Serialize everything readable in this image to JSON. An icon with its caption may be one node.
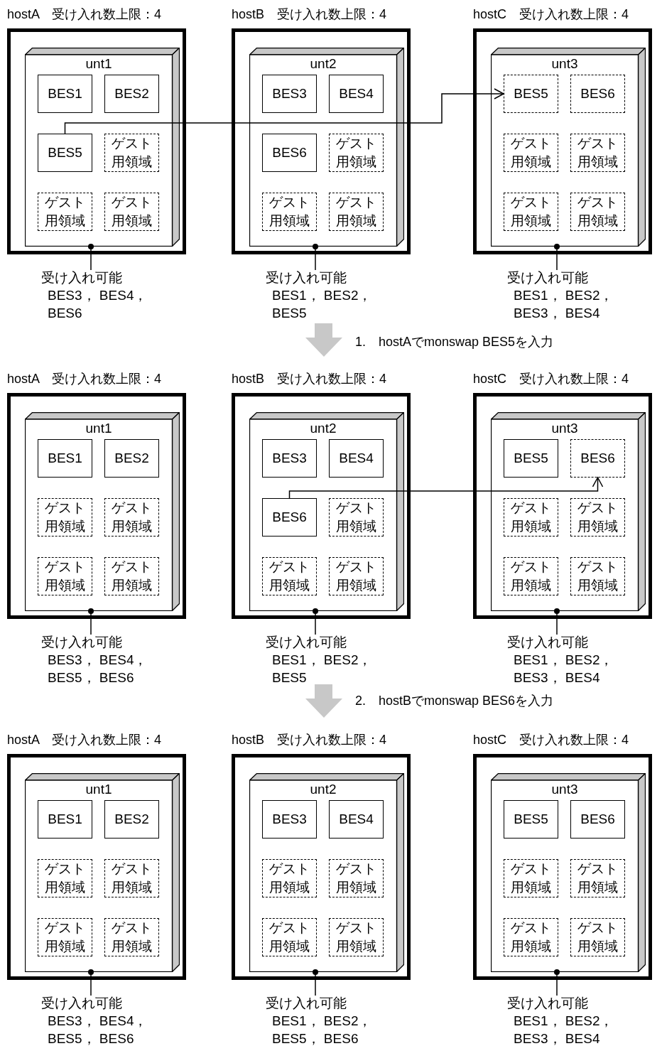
{
  "diagram": {
    "nodes": [
      {
        "text": [
          "hostA　受け入れ数上限：4"
        ]
      },
      {
        "text": [
          "unt1"
        ],
        "in": 0
      },
      {
        "text": [
          "BES1"
        ],
        "in": 1
      },
      {
        "text": [
          "BES2"
        ],
        "in": 1
      },
      {
        "text": [
          "BES5"
        ],
        "in": 1
      },
      {
        "text": [
          "ゲスト用領域"
        ],
        "in": 1
      },
      {
        "text": [
          "ゲスト用領域"
        ],
        "in": 1
      },
      {
        "text": [
          "ゲスト用領域"
        ],
        "in": 1
      },
      {
        "text": [
          "受け入れ可能",
          "BES3， BES4， BES6"
        ]
      },
      {
        "text": [
          "hostB　受け入れ数上限：4"
        ]
      },
      {
        "text": [
          "unt2"
        ],
        "in": 9
      },
      {
        "text": [
          "BES3"
        ],
        "in": 10
      },
      {
        "text": [
          "BES4"
        ],
        "in": 10
      },
      {
        "text": [
          "BES6"
        ],
        "in": 10
      },
      {
        "text": [
          "ゲスト用領域"
        ],
        "in": 10
      },
      {
        "text": [
          "ゲスト用領域"
        ],
        "in": 10
      },
      {
        "text": [
          "ゲスト用領域"
        ],
        "in": 10
      },
      {
        "text": [
          "受け入れ可能",
          "BES1， BES2， BES5"
        ]
      },
      {
        "text": [
          "hostC　受け入れ数上限：4"
        ]
      },
      {
        "text": [
          "unt3"
        ],
        "in": 18
      },
      {
        "text": [
          "BES5"
        ],
        "in": 19
      },
      {
        "text": [
          "BES6"
        ],
        "in": 19
      },
      {
        "text": [
          "ゲスト用領域"
        ],
        "in": 19
      },
      {
        "text": [
          "ゲスト用領域"
        ],
        "in": 19
      },
      {
        "text": [
          "ゲスト用領域"
        ],
        "in": 19
      },
      {
        "text": [
          "ゲスト用領域"
        ],
        "in": 19
      },
      {
        "text": [
          "受け入れ可能",
          "BES1， BES2， BES3， BES4"
        ]
      },
      {
        "text": [
          "hostA　受け入れ数上限：4"
        ]
      },
      {
        "text": [
          "unt1"
        ],
        "in": 27
      },
      {
        "text": [
          "BES1"
        ],
        "in": 28
      },
      {
        "text": [
          "BES2"
        ],
        "in": 28
      },
      {
        "text": [
          "ゲスト用領域"
        ],
        "in": 28
      },
      {
        "text": [
          "ゲスト用領域"
        ],
        "in": 28
      },
      {
        "text": [
          "ゲスト用領域"
        ],
        "in": 28
      },
      {
        "text": [
          "ゲスト用領域"
        ],
        "in": 28
      },
      {
        "text": [
          "受け入れ可能",
          "BES3， BES4， BES5， BES6"
        ]
      },
      {
        "text": [
          "hostB　受け入れ数上限：4"
        ]
      },
      {
        "text": [
          "unt2"
        ],
        "in": 36
      },
      {
        "text": [
          "BES3"
        ],
        "in": 37
      },
      {
        "text": [
          "BES4"
        ],
        "in": 37
      },
      {
        "text": [
          "BES6"
        ],
        "in": 37
      },
      {
        "text": [
          "ゲスト用領域"
        ],
        "in": 37
      },
      {
        "text": [
          "ゲスト用領域"
        ],
        "in": 37
      },
      {
        "text": [
          "ゲスト用領域"
        ],
        "in": 37
      },
      {
        "text": [
          "受け入れ可能",
          "BES1， BES2， BES5"
        ]
      },
      {
        "text": [
          "hostC　受け入れ数上限：4"
        ]
      },
      {
        "text": [
          "unt3"
        ],
        "in": 45
      },
      {
        "text": [
          "BES5"
        ],
        "in": 46
      },
      {
        "text": [
          "BES6"
        ],
        "in": 46
      },
      {
        "text": [
          "ゲスト用領域"
        ],
        "in": 46
      },
      {
        "text": [
          "ゲスト用領域"
        ],
        "in": 46
      },
      {
        "text": [
          "ゲスト用領域"
        ],
        "in": 46
      },
      {
        "text": [
          "ゲスト用領域"
        ],
        "in": 46
      },
      {
        "text": [
          "受け入れ可能",
          "BES1， BES2， BES3， BES4"
        ]
      },
      {
        "text": [
          "hostA　受け入れ数上限：4"
        ]
      },
      {
        "text": [
          "unt1"
        ],
        "in": 54
      },
      {
        "text": [
          "BES1"
        ],
        "in": 55
      },
      {
        "text": [
          "BES2"
        ],
        "in": 55
      },
      {
        "text": [
          "ゲスト用領域"
        ],
        "in": 55
      },
      {
        "text": [
          "ゲスト用領域"
        ],
        "in": 55
      },
      {
        "text": [
          "ゲスト用領域"
        ],
        "in": 55
      },
      {
        "text": [
          "ゲスト用領域"
        ],
        "in": 55
      },
      {
        "text": [
          "受け入れ可能",
          "BES3， BES4， BES5， BES6"
        ]
      },
      {
        "text": [
          "hostB　受け入れ数上限：4"
        ]
      },
      {
        "text": [
          "unt2"
        ],
        "in": 63
      },
      {
        "text": [
          "BES3"
        ],
        "in": 64
      },
      {
        "text": [
          "BES4"
        ],
        "in": 64
      },
      {
        "text": [
          "ゲスト用領域"
        ],
        "in": 64
      },
      {
        "text": [
          "ゲスト用領域"
        ],
        "in": 64
      },
      {
        "text": [
          "ゲスト用領域"
        ],
        "in": 64
      },
      {
        "text": [
          "ゲスト用領域"
        ],
        "in": 64
      },
      {
        "text": [
          "受け入れ可能",
          "BES1， BES2， BES5， BES6"
        ]
      },
      {
        "text": [
          "hostC　受け入れ数上限：4"
        ]
      },
      {
        "text": [
          "unt3"
        ],
        "in": 72
      },
      {
        "text": [
          "BES5"
        ],
        "in": 73
      },
      {
        "text": [
          "BES6"
        ],
        "in": 73
      },
      {
        "text": [
          "ゲスト用領域"
        ],
        "in": 73
      },
      {
        "text": [
          "ゲスト用領域"
        ],
        "in": 73
      },
      {
        "text": [
          "ゲスト用領域"
        ],
        "in": 73
      },
      {
        "text": [
          "ゲスト用領域"
        ],
        "in": 73
      },
      {
        "text": [
          "受け入れ可能",
          "BES1， BES2， BES3， BES4"
        ]
      }
    ],
    "edges": [
      {
        "from": 4,
        "to": 20,
        "arrow": "to"
      },
      {
        "from": 40,
        "to": 48,
        "arrow": "to"
      },
      {
        "from": 8,
        "to": 1,
        "arrow": "other"
      },
      {
        "from": 17,
        "to": 10,
        "arrow": "other"
      },
      {
        "from": 26,
        "to": 19,
        "arrow": "other"
      },
      {
        "from": 35,
        "to": 28,
        "arrow": "other"
      },
      {
        "from": 44,
        "to": 37,
        "arrow": "other"
      },
      {
        "from": 53,
        "to": 46,
        "arrow": "other"
      },
      {
        "from": 62,
        "to": 55,
        "arrow": "other"
      },
      {
        "from": 71,
        "to": 64,
        "arrow": "other"
      },
      {
        "from": 80,
        "to": 73,
        "arrow": "other"
      }
    ],
    "labels": [
      "1.　hostAでmonswap BES5を入力",
      "2.　hostBでmonswap BES6を入力"
    ]
  }
}
